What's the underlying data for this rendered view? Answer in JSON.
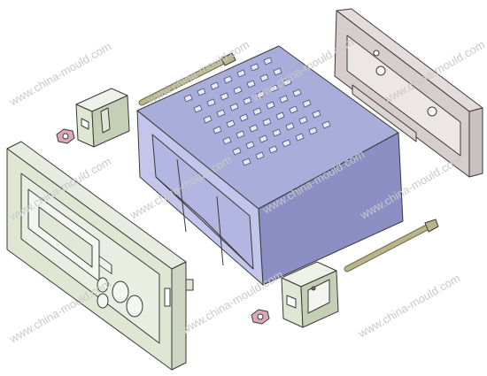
{
  "watermark": {
    "text": "www.china-mould.com",
    "color": "#c9c9c9"
  },
  "colors": {
    "housing": "#a9add9",
    "housing_dark": "#8b8fc4",
    "housing_light": "#c3c6ea",
    "part_green": "#dfe7d3",
    "part_green_dark": "#c4cfb6",
    "part_gray": "#e4dcdc",
    "part_gray_dark": "#c9c0c0",
    "screw": "#b9b58a",
    "nut": "#d9a9b9"
  },
  "parts": [
    "front-bezel",
    "housing-box",
    "rear-cover",
    "long-screw-top",
    "long-screw-bottom",
    "clip-block-left",
    "clip-block-right",
    "hex-nut-left",
    "hex-nut-right"
  ]
}
